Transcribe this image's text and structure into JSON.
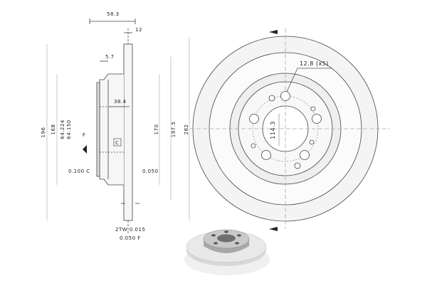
{
  "side_view": {
    "dim_top": "58.3",
    "dim_thickness": "12",
    "dim_offset": "5.7",
    "dim_hub": "38.4",
    "dim_196": "196",
    "dim_168": "168",
    "dim_64_224": "64.224",
    "dim_64_150": "64.150",
    "label_f": "F",
    "label_c": "C",
    "tol_left": "0.100 C",
    "tol_right": "0.050",
    "dim_170": "170",
    "tol_thickness": "2TW 0.015",
    "tol_runout": "0.050 F"
  },
  "front_view": {
    "bolt_hole": "12.8 (x5)",
    "pcd": "114.3",
    "dim_197_5": "197.5",
    "dim_262": "262"
  },
  "colors": {
    "line": "#444444",
    "face": "#f3f3f3",
    "hub": "#e6e6e6"
  }
}
